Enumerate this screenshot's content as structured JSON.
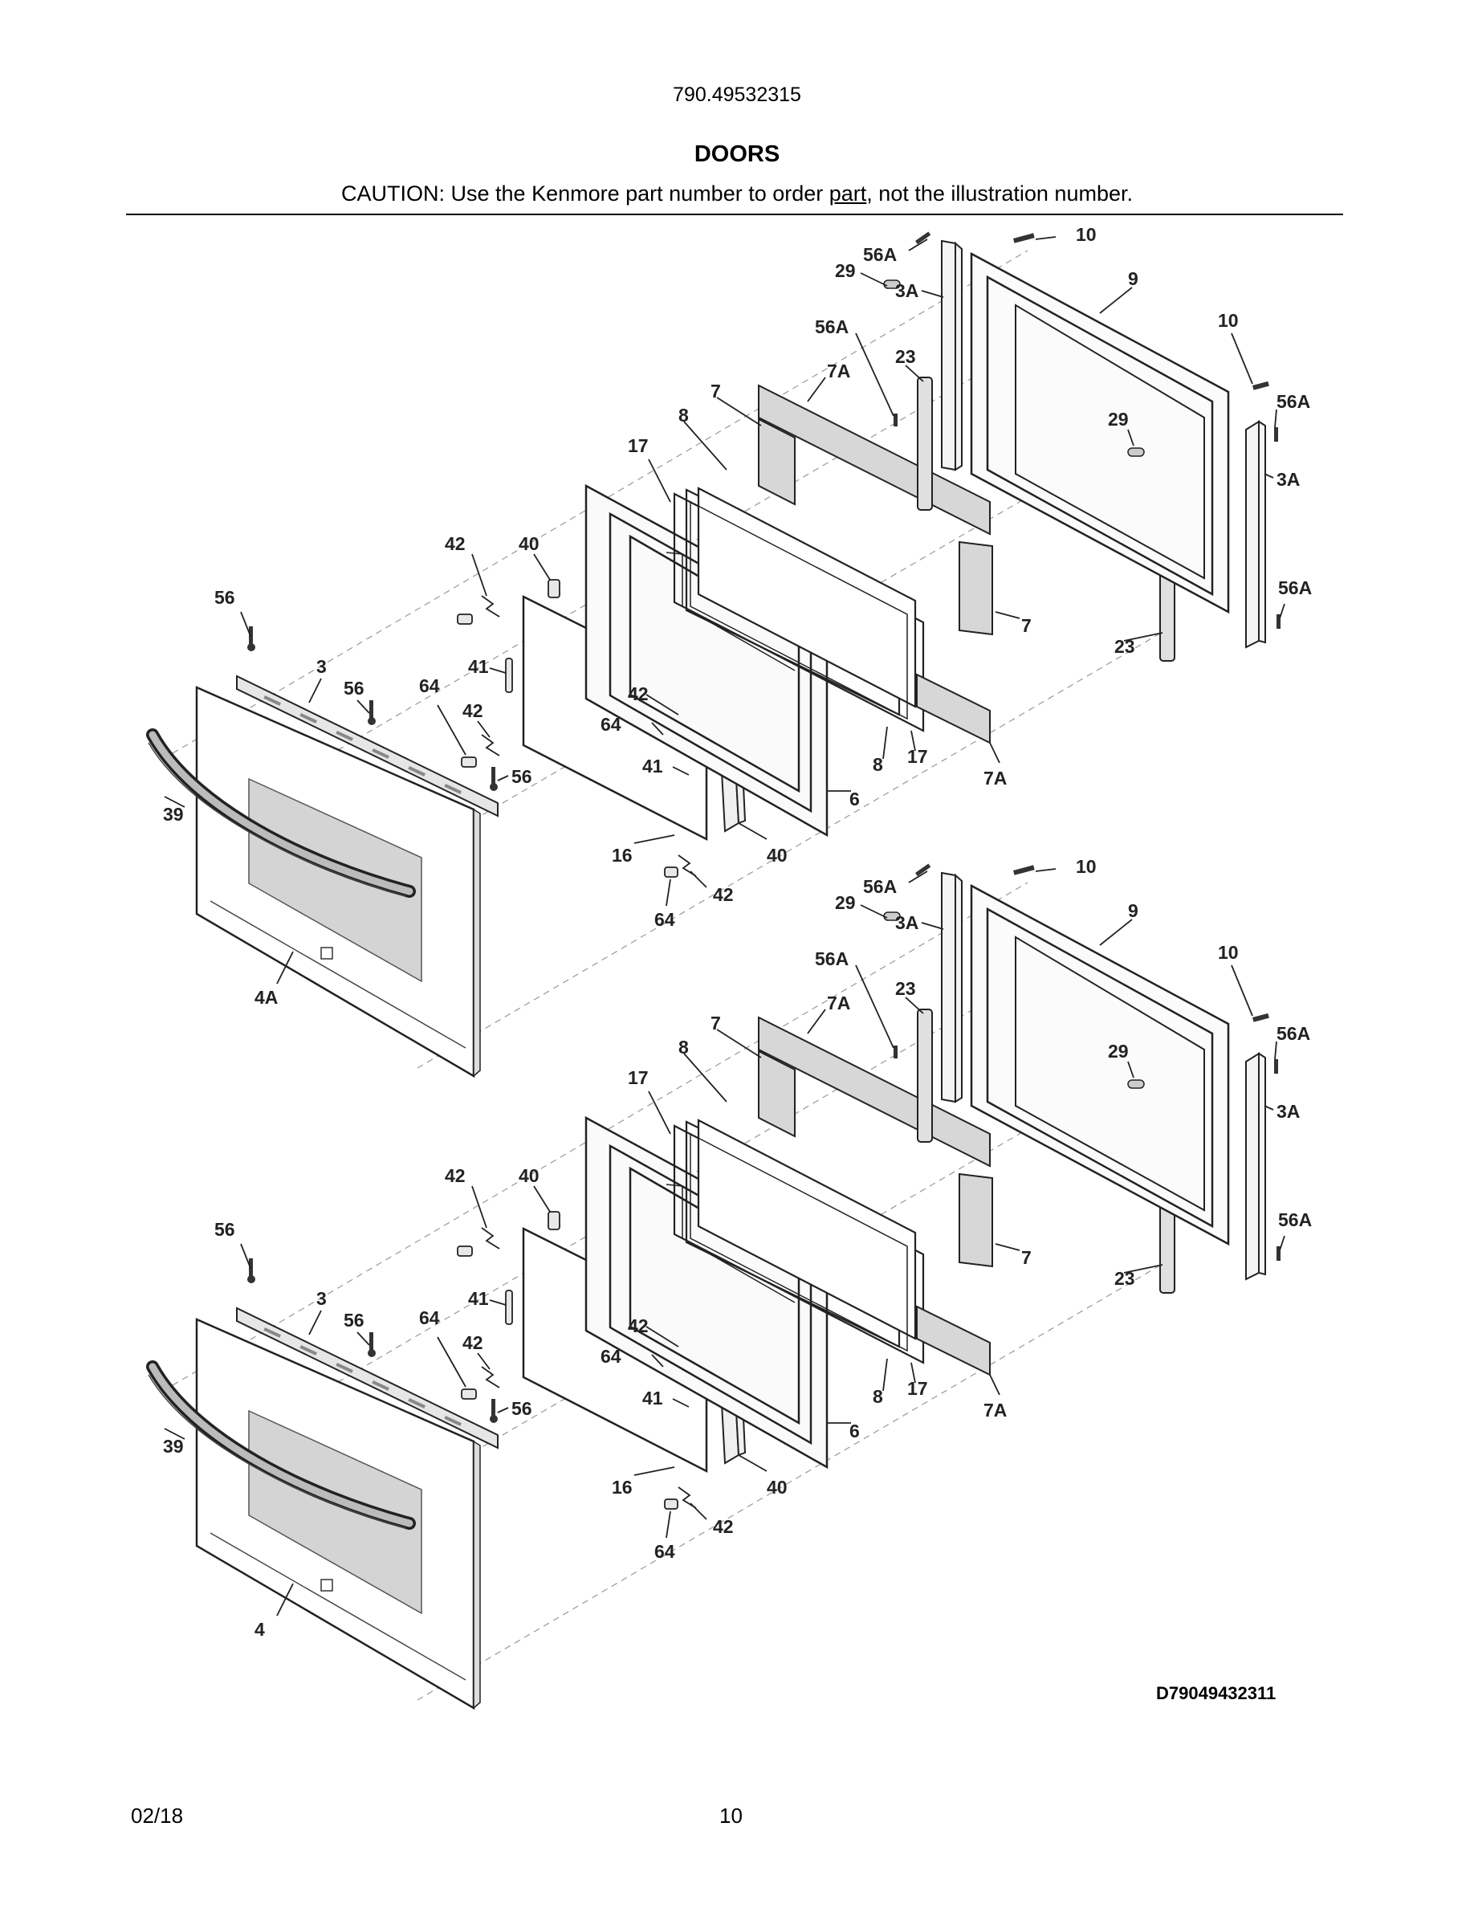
{
  "header": {
    "model": "790.49532315",
    "title": "DOORS",
    "caution_before": "CAUTION: Use the Kenmore part number to order ",
    "caution_underlined": "part",
    "caution_after": ", not the illustration number."
  },
  "callouts_upper": [
    "10",
    "56A",
    "29",
    "3A",
    "9",
    "10",
    "56A",
    "7A",
    "23",
    "7",
    "8",
    "56A",
    "29",
    "17",
    "3A",
    "42",
    "40",
    "56A",
    "56",
    "7",
    "23",
    "3",
    "56",
    "41",
    "64",
    "42",
    "64",
    "42",
    "56",
    "41",
    "8",
    "17",
    "6",
    "39",
    "7A",
    "40",
    "16",
    "42",
    "64",
    "4A"
  ],
  "callouts_lower": [
    "10",
    "56A",
    "29",
    "3A",
    "9",
    "10",
    "56A",
    "7A",
    "23",
    "7",
    "8",
    "56A",
    "29",
    "17",
    "3A",
    "42",
    "40",
    "56A",
    "56",
    "7",
    "23",
    "3",
    "56",
    "41",
    "64",
    "42",
    "64",
    "42",
    "56",
    "41",
    "8",
    "17",
    "6",
    "39",
    "7A",
    "40",
    "16",
    "42",
    "64",
    "4"
  ],
  "drawing_code": "D79049432311",
  "footer": {
    "date": "02/18",
    "page": "10"
  }
}
